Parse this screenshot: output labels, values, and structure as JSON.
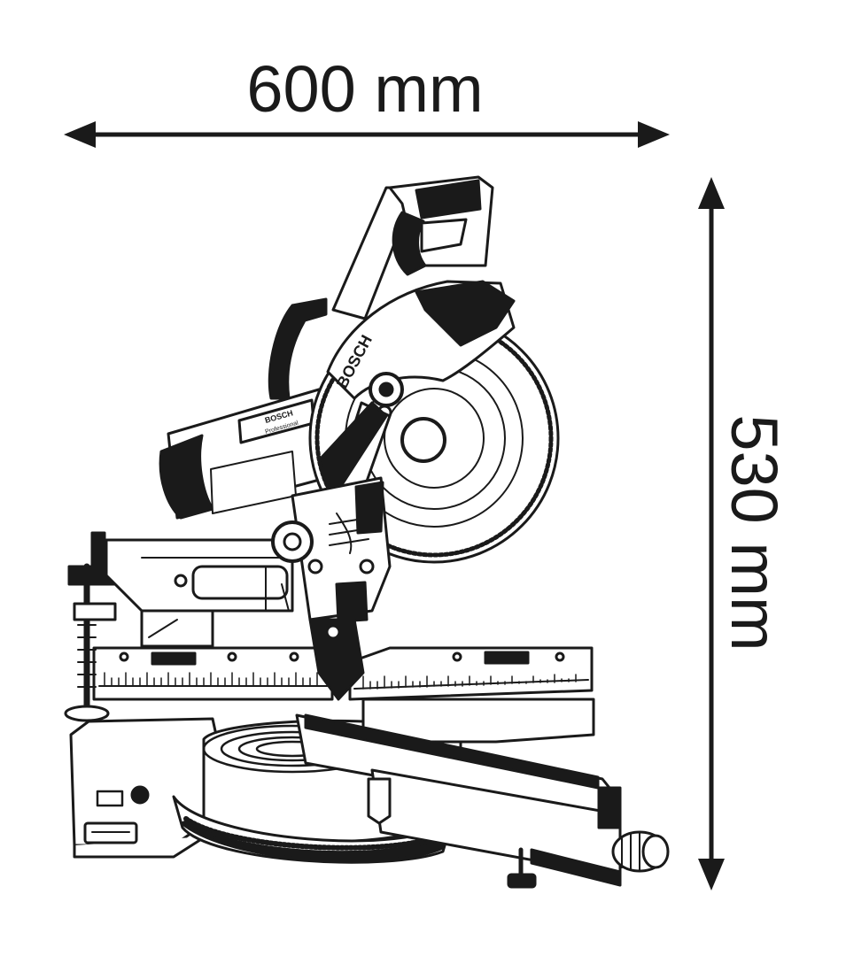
{
  "dimensions": {
    "width": {
      "value": 600,
      "unit": "mm",
      "label": "600 mm"
    },
    "height": {
      "value": 530,
      "unit": "mm",
      "label": "530 mm"
    }
  },
  "product": {
    "brand": "BOSCH",
    "line": "Professional"
  },
  "colors": {
    "ink": "#1a1a1a",
    "background": "#ffffff"
  }
}
